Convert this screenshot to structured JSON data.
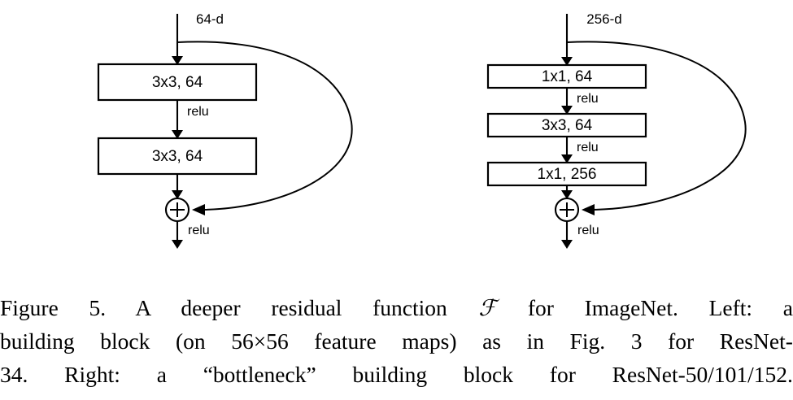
{
  "figure": {
    "caption_lines": [
      [
        "Figure",
        "5.",
        "A",
        "deeper",
        "residual",
        "function",
        "ℱ",
        "for",
        "ImageNet.",
        "Left:",
        "a"
      ],
      [
        "building",
        "block",
        "(on",
        "56×56",
        "feature",
        "maps)",
        "as",
        "in",
        "Fig.",
        "3",
        "for",
        "ResNet-"
      ],
      [
        "34.",
        "Right:",
        "a",
        "“bottleneck”",
        "building",
        "block",
        "for",
        "ResNet-50/101/152."
      ]
    ],
    "caption_plain": "Figure 5. A deeper residual function F for ImageNet. Left: a building block (on 56×56 feature maps) as in Fig. 3 for ResNet-34. Right: a “bottleneck” building block for ResNet-50/101/152."
  },
  "left_block": {
    "title": "basic-residual-block",
    "input_dim": "64-d",
    "layers": [
      {
        "label": "3x3, 64"
      },
      {
        "label": "3x3, 64"
      }
    ],
    "activations": [
      "relu",
      "relu"
    ],
    "sum_symbol": "+",
    "colors": {
      "stroke": "#000000",
      "fill": "#ffffff",
      "text": "#000000"
    }
  },
  "right_block": {
    "title": "bottleneck-residual-block",
    "input_dim": "256-d",
    "layers": [
      {
        "label": "1x1, 64"
      },
      {
        "label": "3x3, 64"
      },
      {
        "label": "1x1, 256"
      }
    ],
    "activations": [
      "relu",
      "relu",
      "relu"
    ],
    "sum_symbol": "+",
    "colors": {
      "stroke": "#000000",
      "fill": "#ffffff",
      "text": "#000000"
    }
  }
}
